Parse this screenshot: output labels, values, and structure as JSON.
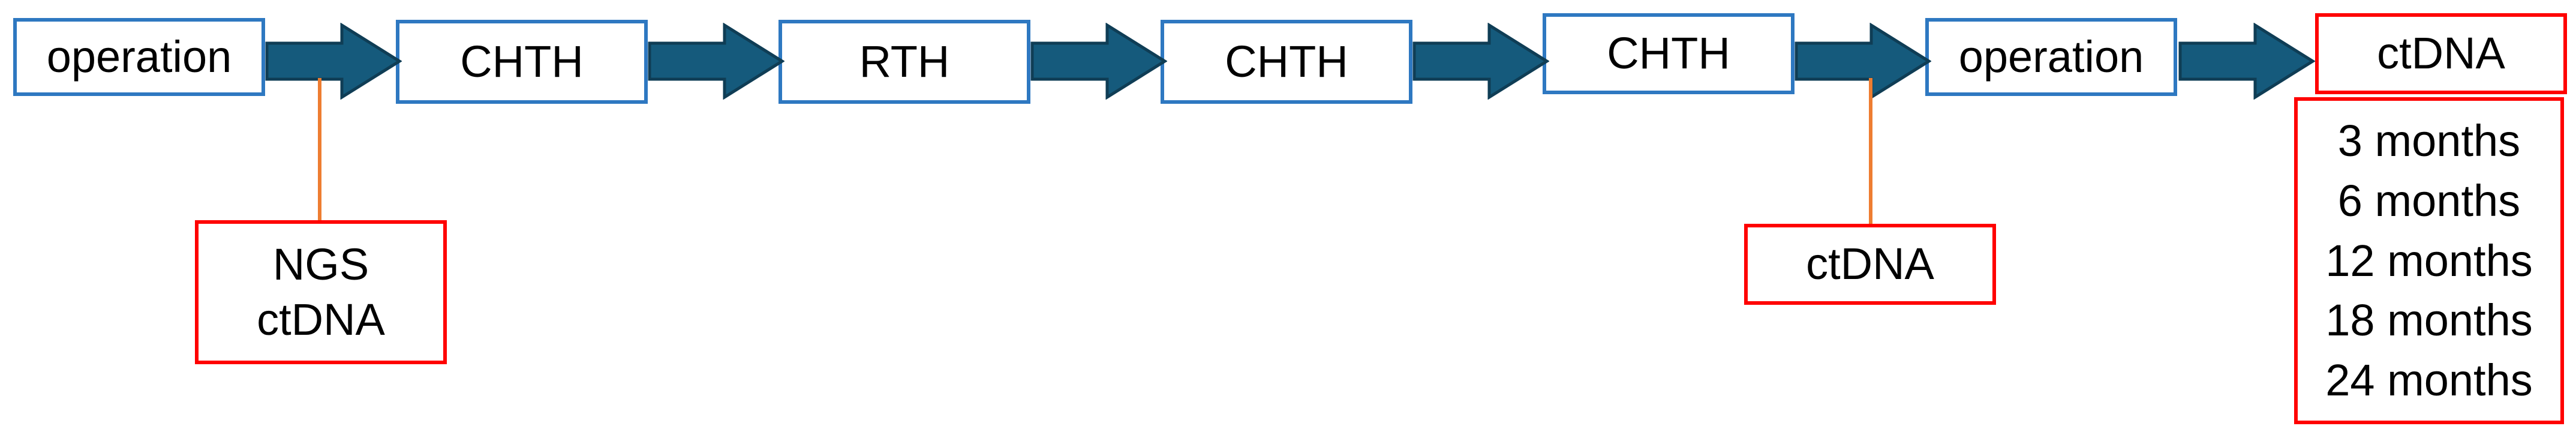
{
  "colors": {
    "process_border": "#2e78c1",
    "sample_border": "#ff0000",
    "arrow_fill": "#155a7c",
    "arrow_stroke": "#0f3d55",
    "connector": "#ee7d31"
  },
  "steps": [
    {
      "label": "operation"
    },
    {
      "label": "CHTH"
    },
    {
      "label": "RTH"
    },
    {
      "label": "CHTH"
    },
    {
      "label": "CHTH"
    },
    {
      "label": "operation"
    },
    {
      "label": "ctDNA"
    }
  ],
  "samples": {
    "baseline": [
      "NGS",
      "ctDNA"
    ],
    "post_chemo": "ctDNA",
    "follow_up": [
      "3 months",
      "6 months",
      "12 months",
      "18 months",
      "24 months"
    ]
  }
}
